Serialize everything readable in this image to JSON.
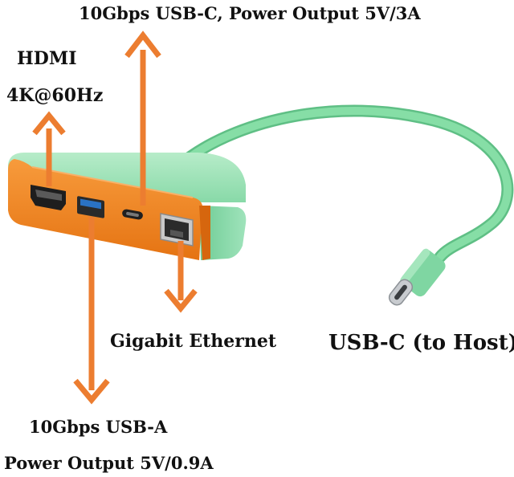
{
  "labels": {
    "usbc_port": "10Gbps USB-C, Power Output 5V/3A",
    "hdmi_line1": "HDMI",
    "hdmi_line2": "4K@60Hz",
    "ethernet": "Gigabit Ethernet",
    "host": "USB-C (to Host)",
    "usba_line1": "10Gbps USB-A",
    "usba_line2": "Power Output 5V/0.9A"
  },
  "colors": {
    "arrow": "#ec7d30",
    "hub_orange": "#f1801f",
    "hub_green": "#7fd6a4",
    "cable_green": "#7ad89d",
    "port_dark": "#222222",
    "usb3_blue": "#2a72c4"
  }
}
